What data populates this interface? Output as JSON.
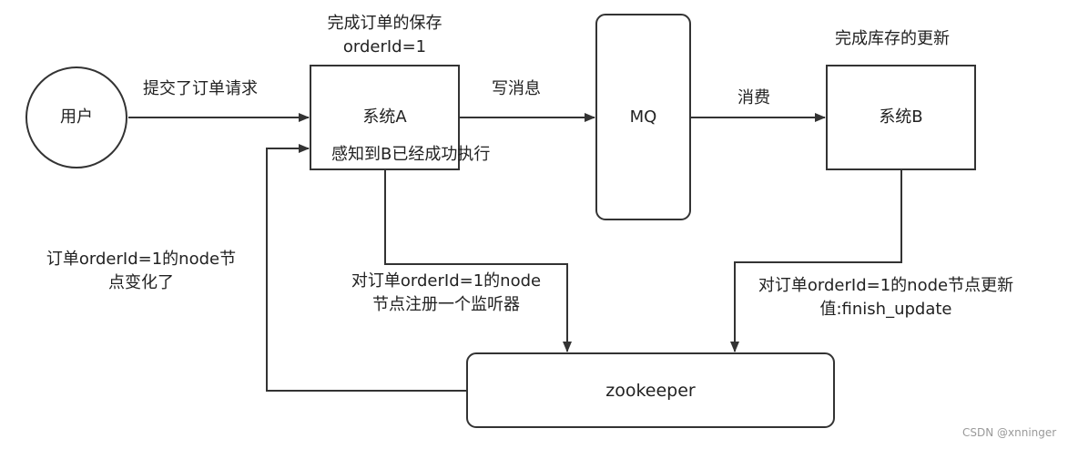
{
  "nodes": {
    "user": "用户",
    "system_a": "系统A",
    "mq": "MQ",
    "system_b": "系统B",
    "zookeeper": "zookeeper"
  },
  "labels": {
    "order_saved_line1": "完成订单的保存",
    "order_saved_line2": "orderId=1",
    "inventory_updated": "完成库存的更新",
    "submit_order": "提交了订单请求",
    "write_message": "写消息",
    "consume": "消费",
    "a_aware_b_done": "感知到B已经成功执行",
    "node_changed_line1": "订单orderId=1的node节",
    "node_changed_line2": "点变化了",
    "register_listener_line1": "对订单orderId=1的node",
    "register_listener_line2": "节点注册一个监听器",
    "update_node_line1": "对订单orderId=1的node节点更新",
    "update_node_line2": "值:finish_update"
  },
  "watermark": "CSDN @xnninger"
}
